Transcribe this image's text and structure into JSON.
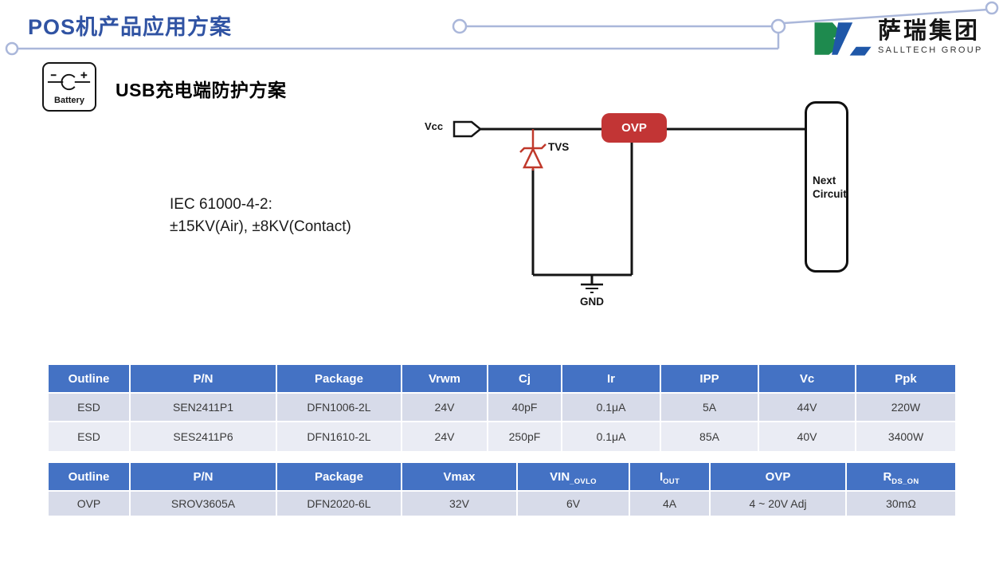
{
  "page": {
    "title": "POS机产品应用方案"
  },
  "logo": {
    "name_cn": "萨瑞集团",
    "name_en": "SALLTECH GROUP"
  },
  "section": {
    "battery_icon_label": "Battery",
    "subtitle": "USB充电端防护方案",
    "standard_line1": "IEC 61000-4-2:",
    "standard_line2": "±15KV(Air), ±8KV(Contact)"
  },
  "circuit": {
    "vcc_label": "Vcc",
    "tvs_label": "TVS",
    "ovp_label": "OVP",
    "gnd_label": "GND",
    "next_circuit_line1": "Next",
    "next_circuit_line2": "Circuit"
  },
  "tables": [
    {
      "headers": [
        "Outline",
        "P/N",
        "Package",
        "Vrwm",
        "Cj",
        "Ir",
        "IPP",
        "Vc",
        "Ppk"
      ],
      "rows": [
        [
          "ESD",
          "SEN2411P1",
          "DFN1006-2L",
          "24V",
          "40pF",
          "0.1μA",
          "5A",
          "44V",
          "220W"
        ],
        [
          "ESD",
          "SES2411P6",
          "DFN1610-2L",
          "24V",
          "250pF",
          "0.1μA",
          "85A",
          "40V",
          "3400W"
        ]
      ]
    },
    {
      "headers": [
        {
          "base": "Outline",
          "sub": ""
        },
        {
          "base": "P/N",
          "sub": ""
        },
        {
          "base": "Package",
          "sub": ""
        },
        {
          "base": "Vmax",
          "sub": ""
        },
        {
          "base": "VIN",
          "sub": "_OVLO"
        },
        {
          "base": "I",
          "sub": "OUT"
        },
        {
          "base": "OVP",
          "sub": ""
        },
        {
          "base": "R",
          "sub": "DS_ON"
        }
      ],
      "rows": [
        [
          "OVP",
          "SROV3605A",
          "DFN2020-6L",
          "32V",
          "6V",
          "4A",
          "4 ~ 20V Adj",
          "30mΩ"
        ]
      ]
    }
  ],
  "colors": {
    "title-blue": "#3053a3",
    "header-blue": "#4472c4",
    "row-dark": "#d7dbe9",
    "row-light": "#eaecf4",
    "accent-red": "#c23535",
    "tvs-red": "#c0392b",
    "deco-line": "#aab7da",
    "logo-green": "#1e8a4e",
    "logo-blue": "#1f57a8"
  }
}
